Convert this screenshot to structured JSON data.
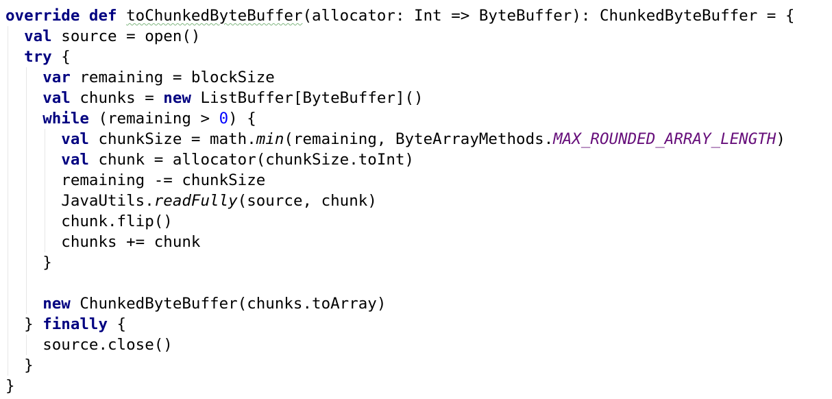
{
  "colors": {
    "keyword": "#000080",
    "number": "#0000ff",
    "constant": "#660e7a",
    "warning_underline": "#7fb67f",
    "text": "#000000",
    "background": "#ffffff",
    "indent_guide": "#e6e6e6"
  },
  "lines": [
    {
      "indent": 0,
      "tokens": [
        {
          "t": "kw",
          "v": "override"
        },
        {
          "t": "p",
          "v": " "
        },
        {
          "t": "kw",
          "v": "def"
        },
        {
          "t": "p",
          "v": " "
        },
        {
          "t": "warn",
          "v": "toChunkedByteBuffer"
        },
        {
          "t": "p",
          "v": "(allocator: Int => ByteBuffer): ChunkedByteBuffer = {"
        }
      ]
    },
    {
      "indent": 1,
      "tokens": [
        {
          "t": "kw",
          "v": "val"
        },
        {
          "t": "p",
          "v": " source = open()"
        }
      ]
    },
    {
      "indent": 1,
      "tokens": [
        {
          "t": "kw",
          "v": "try"
        },
        {
          "t": "p",
          "v": " {"
        }
      ]
    },
    {
      "indent": 2,
      "tokens": [
        {
          "t": "kw",
          "v": "var"
        },
        {
          "t": "p",
          "v": " remaining = blockSize"
        }
      ]
    },
    {
      "indent": 2,
      "tokens": [
        {
          "t": "kw",
          "v": "val"
        },
        {
          "t": "p",
          "v": " chunks = "
        },
        {
          "t": "kw",
          "v": "new"
        },
        {
          "t": "p",
          "v": " ListBuffer[ByteBuffer]()"
        }
      ]
    },
    {
      "indent": 2,
      "tokens": [
        {
          "t": "kw",
          "v": "while"
        },
        {
          "t": "p",
          "v": " (remaining > "
        },
        {
          "t": "num",
          "v": "0"
        },
        {
          "t": "p",
          "v": ") {"
        }
      ]
    },
    {
      "indent": 3,
      "tokens": [
        {
          "t": "kw",
          "v": "val"
        },
        {
          "t": "p",
          "v": " chunkSize = math."
        },
        {
          "t": "italic",
          "v": "min"
        },
        {
          "t": "p",
          "v": "(remaining, ByteArrayMethods."
        },
        {
          "t": "const",
          "v": "MAX_ROUNDED_ARRAY_LENGTH"
        },
        {
          "t": "p",
          "v": ")"
        }
      ]
    },
    {
      "indent": 3,
      "tokens": [
        {
          "t": "kw",
          "v": "val"
        },
        {
          "t": "p",
          "v": " chunk = allocator(chunkSize.toInt)"
        }
      ]
    },
    {
      "indent": 3,
      "tokens": [
        {
          "t": "p",
          "v": "remaining -= chunkSize"
        }
      ]
    },
    {
      "indent": 3,
      "tokens": [
        {
          "t": "p",
          "v": "JavaUtils."
        },
        {
          "t": "italic",
          "v": "readFully"
        },
        {
          "t": "p",
          "v": "(source, chunk)"
        }
      ]
    },
    {
      "indent": 3,
      "tokens": [
        {
          "t": "p",
          "v": "chunk.flip()"
        }
      ]
    },
    {
      "indent": 3,
      "tokens": [
        {
          "t": "p",
          "v": "chunks += chunk"
        }
      ]
    },
    {
      "indent": 2,
      "tokens": [
        {
          "t": "p",
          "v": "}"
        }
      ]
    },
    {
      "indent": 0,
      "tokens": []
    },
    {
      "indent": 2,
      "tokens": [
        {
          "t": "kw",
          "v": "new"
        },
        {
          "t": "p",
          "v": " ChunkedByteBuffer(chunks.toArray)"
        }
      ]
    },
    {
      "indent": 1,
      "tokens": [
        {
          "t": "p",
          "v": "} "
        },
        {
          "t": "kw",
          "v": "finally"
        },
        {
          "t": "p",
          "v": " {"
        }
      ]
    },
    {
      "indent": 2,
      "tokens": [
        {
          "t": "p",
          "v": "source.close()"
        }
      ]
    },
    {
      "indent": 1,
      "tokens": [
        {
          "t": "p",
          "v": "}"
        }
      ]
    },
    {
      "indent": 0,
      "tokens": [
        {
          "t": "p",
          "v": "}"
        }
      ]
    }
  ]
}
